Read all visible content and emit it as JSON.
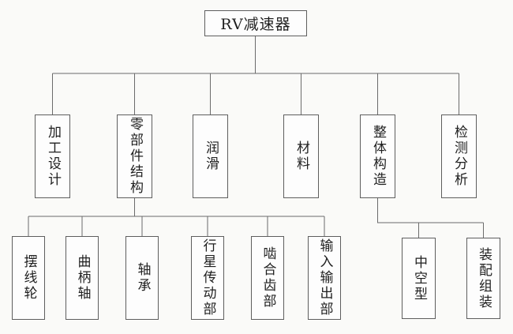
{
  "diagram": {
    "root": {
      "label": "RV减速器"
    },
    "branches": [
      {
        "label": "加工设计",
        "children": []
      },
      {
        "label": "零部件结构",
        "children": [
          {
            "label": "摆线轮"
          },
          {
            "label": "曲柄轴"
          },
          {
            "label": "轴承"
          },
          {
            "label": "行星传动部"
          },
          {
            "label": "啮合齿部"
          },
          {
            "label": "输入输出部"
          }
        ]
      },
      {
        "label": "润滑",
        "children": []
      },
      {
        "label": "材料",
        "children": []
      },
      {
        "label": "整体构造",
        "children": [
          {
            "label": "中空型"
          },
          {
            "label": "装配组装"
          }
        ]
      },
      {
        "label": "检测分析",
        "children": []
      }
    ],
    "colors": {
      "background": "#fafaf8",
      "box_fill": "#fdfdfd",
      "box_border": "#5e5e5e",
      "line": "#6b6b6b",
      "text": "#1f1f1f"
    }
  }
}
